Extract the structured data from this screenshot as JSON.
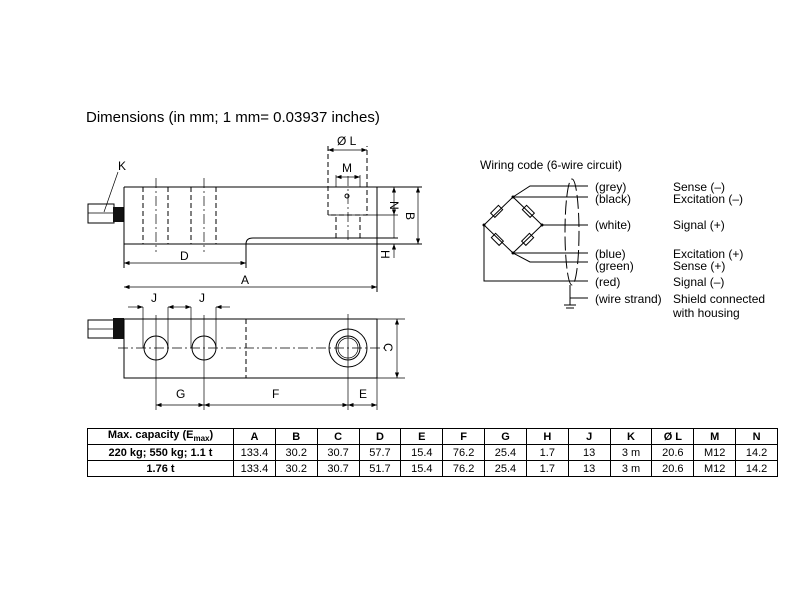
{
  "title": "Dimensions (in mm; 1 mm= 0.03937 inches)",
  "drawing_labels": {
    "K": "K",
    "L": "Ø L",
    "M": "M",
    "N": "N",
    "B": "B",
    "H": "H",
    "D": "D",
    "A": "A",
    "J": "J",
    "C": "C",
    "G": "G",
    "F": "F",
    "E": "E"
  },
  "wiring": {
    "title": "Wiring code (6-wire circuit)",
    "wires": [
      {
        "color": "(grey)",
        "function": "Sense (–)"
      },
      {
        "color": "(black)",
        "function": "Excitation (–)"
      },
      {
        "color": "(white)",
        "function": "Signal (+)"
      },
      {
        "color": "(blue)",
        "function": "Excitation (+)"
      },
      {
        "color": "(green)",
        "function": "Sense (+)"
      },
      {
        "color": "(red)",
        "function": "Signal (–)"
      },
      {
        "color": "(wire strand)",
        "function": "Shield connected",
        "function2": "with housing"
      }
    ]
  },
  "table": {
    "header_main": "Max. capacity (E",
    "header_sub": "max",
    "header_close": ")",
    "columns": [
      "A",
      "B",
      "C",
      "D",
      "E",
      "F",
      "G",
      "H",
      "J",
      "K",
      "Ø L",
      "M",
      "N"
    ],
    "rows": [
      {
        "capacity": "220 kg; 550 kg; 1.1 t",
        "values": [
          "133.4",
          "30.2",
          "30.7",
          "57.7",
          "15.4",
          "76.2",
          "25.4",
          "1.7",
          "13",
          "3 m",
          "20.6",
          "M12",
          "14.2"
        ]
      },
      {
        "capacity": "1.76 t",
        "values": [
          "133.4",
          "30.2",
          "30.7",
          "51.7",
          "15.4",
          "76.2",
          "25.4",
          "1.7",
          "13",
          "3 m",
          "20.6",
          "M12",
          "14.2"
        ]
      }
    ]
  }
}
